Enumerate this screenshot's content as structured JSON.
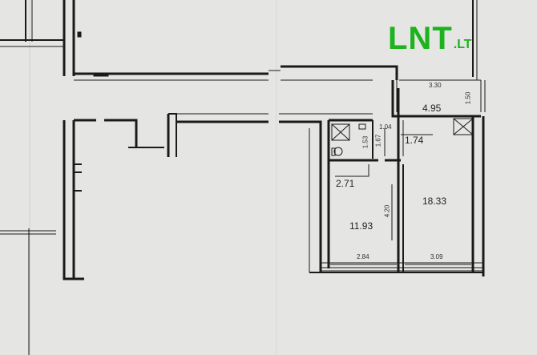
{
  "logo": {
    "main": "LNT",
    "tld": ".LT",
    "color": "#1cb31c"
  },
  "rooms": {
    "balcony_area": "4.95",
    "corridor_area": "1.74",
    "bathroom_area": "2.71",
    "room_left_area": "11.93",
    "room_right_area": "18.33"
  },
  "dimensions": {
    "balcony_width": "3.30",
    "balcony_depth": "1.50",
    "corridor_width": "1.04",
    "bath_depth_a": "1.53",
    "bath_depth_b": "1.67",
    "room_left_depth": "4.20",
    "room_left_width": "2.84",
    "room_right_width": "3.09"
  },
  "colors": {
    "paper": "#e8e8e6",
    "wall": "#1a1a1a",
    "logo_green": "#1cb31c"
  }
}
